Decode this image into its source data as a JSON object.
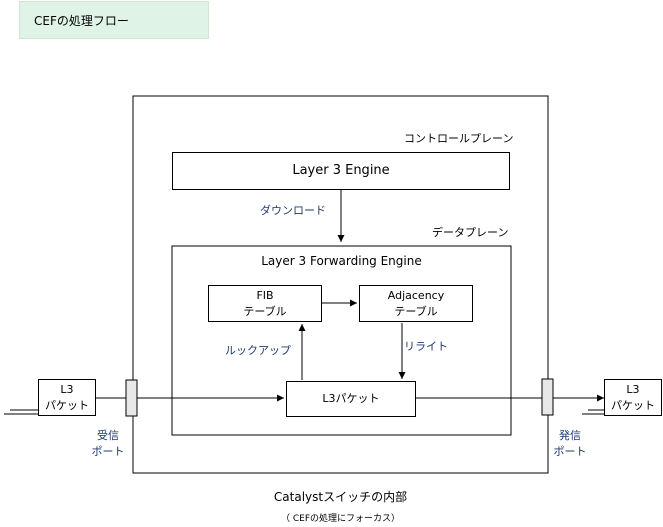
{
  "title": "CEFの処理フロー",
  "outer": {
    "caption": "Catalystスイッチの内部",
    "subcaption": "（ CEFの処理にフォーカス）"
  },
  "control_plane": {
    "label": "コントロールプレーン",
    "engine": "Layer 3 Engine"
  },
  "download_label": "ダウンロード",
  "data_plane": {
    "label": "データプレーン",
    "engine": "Layer 3 Forwarding Engine"
  },
  "fib": {
    "line1": "FIB",
    "line2": "テーブル"
  },
  "adjacency": {
    "line1": "Adjacency",
    "line2": "テーブル"
  },
  "lookup_label": "ルックアップ",
  "rewrite_label": "リライト",
  "l3_packet_center": "L3パケット",
  "left_packet": {
    "line1": "L3",
    "line2": "パケット"
  },
  "right_packet": {
    "line1": "L3",
    "line2": "パケット"
  },
  "receive_port": {
    "line1": "受信",
    "line2": "ポート"
  },
  "send_port": {
    "line1": "発信",
    "line2": "ポート"
  },
  "colors": {
    "title_bg": "#dff3e6",
    "label_blue": "#1f3a6e",
    "port_fill": "#e8e8e8"
  }
}
